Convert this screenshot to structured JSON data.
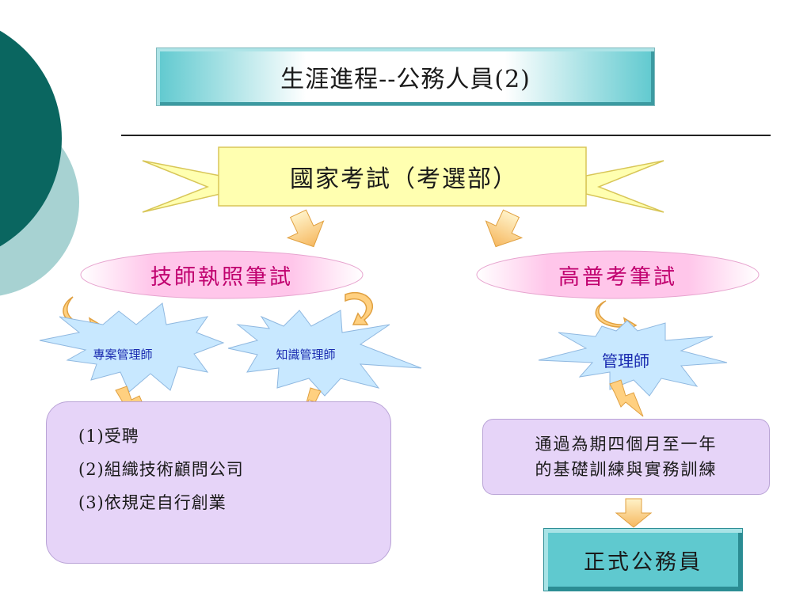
{
  "title": "生涯進程--公務人員(2)",
  "banner": "國家考試（考選部）",
  "branches": [
    {
      "label": "技師執照筆試",
      "roles": [
        "專案管理師",
        "知識管理師"
      ],
      "outcomes": [
        "(1)受聘",
        "(2)組織技術顧問公司",
        "(3)依規定自行創業"
      ]
    },
    {
      "label": "高普考筆試",
      "role": "管理師",
      "training": [
        "通過為期四個月至一年",
        "的基礎訓練與實務訓練"
      ],
      "result": "正式公務員"
    }
  ],
  "colors": {
    "accent_teal": "#5fc9cf",
    "dark_teal": "#0a6660",
    "banner_yellow": "#ffffb0",
    "ellipse_pink": "#ffc8ea",
    "star_blue": "#c8e8ff",
    "box_lavender": "#e6d4f8",
    "arrow_orange": "#ffd080"
  }
}
